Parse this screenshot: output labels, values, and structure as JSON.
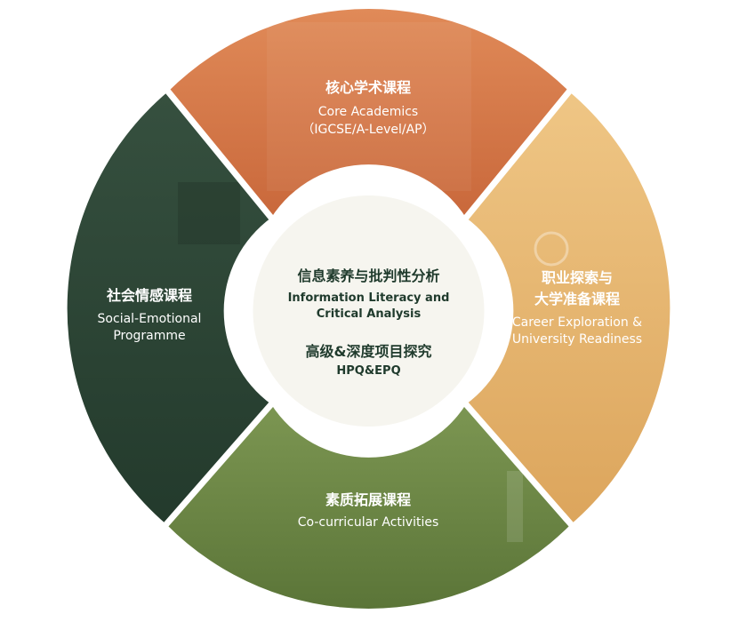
{
  "segments": {
    "core": {
      "title": "核心学术课程",
      "sub1": "Core Academics",
      "sub2": "（IGCSE/A-Level/AP）",
      "color": "#d9784a"
    },
    "career": {
      "title1": "职业探索与",
      "title2": "大学准备课程",
      "sub1": "Career Exploration &",
      "sub2": "University  Readiness",
      "color": "#e7b36a"
    },
    "cocurricular": {
      "title": "素质拓展课程",
      "sub1": "Co-curricular Activities",
      "color": "#6f8a48"
    },
    "social": {
      "title": "社会情感课程",
      "sub1": "Social-Emotional",
      "sub2": "Programme",
      "color": "#2f4838"
    }
  },
  "hub": {
    "line1": "信息素养与批判性分析",
    "line2": "Information Literacy and",
    "line3": "Critical Analysis",
    "line4": "高级&深度项目探究",
    "line5": "HPQ&EPQ",
    "text_color": "#1f3a2c"
  }
}
